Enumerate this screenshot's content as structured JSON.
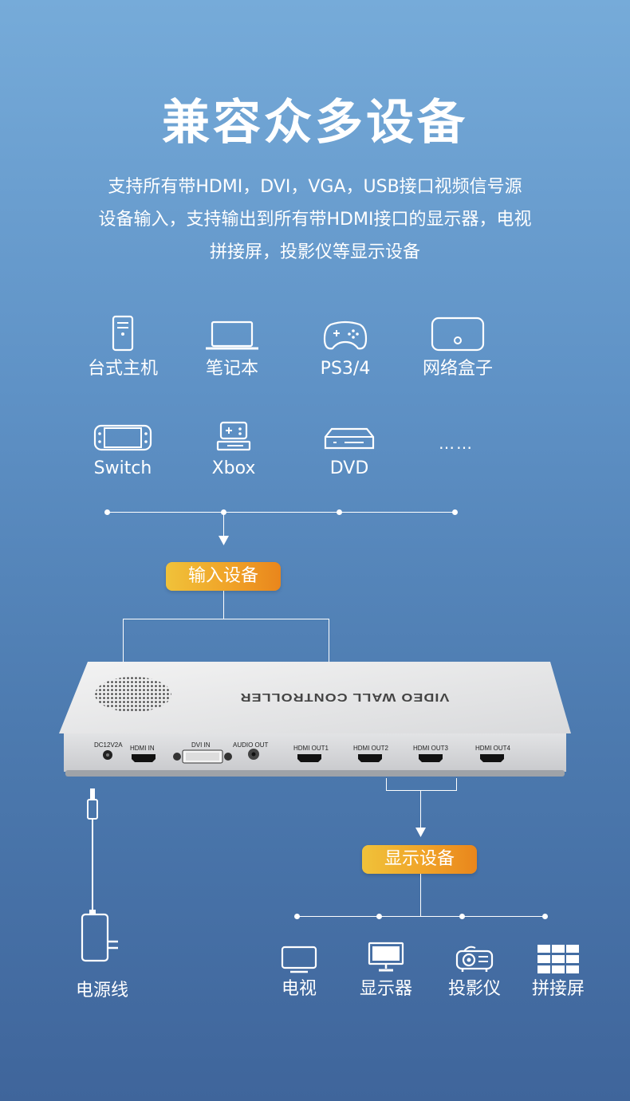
{
  "header": {
    "title": "兼容众多设备",
    "description_lines": [
      "支持所有带HDMI，DVI，VGA，USB接口视频信号源",
      "设备输入，支持输出到所有带HDMI接口的显示器，电视",
      "拼接屏，投影仪等显示设备"
    ]
  },
  "input_devices": [
    {
      "label": "台式主机",
      "icon": "desktop-tower-icon"
    },
    {
      "label": "笔记本",
      "icon": "laptop-icon"
    },
    {
      "label": "PS3/4",
      "icon": "gamepad-icon"
    },
    {
      "label": "网络盒子",
      "icon": "network-box-icon"
    },
    {
      "label": "Switch",
      "icon": "switch-console-icon"
    },
    {
      "label": "Xbox",
      "icon": "xbox-icon"
    },
    {
      "label": "DVD",
      "icon": "dvd-player-icon"
    },
    {
      "label": "……",
      "icon": ""
    }
  ],
  "input_badge": "输入设备",
  "output_badge": "显示设备",
  "controller": {
    "top_text": "VIDEO WALL CONTROLLER",
    "ports": [
      "DC12V2A",
      "HDMI IN",
      "DVI IN",
      "AUDIO OUT",
      "HDMI OUT1",
      "HDMI OUT2",
      "HDMI OUT3",
      "HDMI OUT4"
    ]
  },
  "power": {
    "label": "电源线",
    "icon": "power-adapter-icon"
  },
  "output_devices": [
    {
      "label": "电视",
      "icon": "tv-icon"
    },
    {
      "label": "显示器",
      "icon": "monitor-icon"
    },
    {
      "label": "投影仪",
      "icon": "projector-icon"
    },
    {
      "label": "拼接屏",
      "icon": "video-wall-icon"
    }
  ],
  "colors": {
    "background_top": "#76abd9",
    "background_bottom": "#3f659b",
    "badge_start": "#f0c23a",
    "badge_end": "#e9861c"
  }
}
